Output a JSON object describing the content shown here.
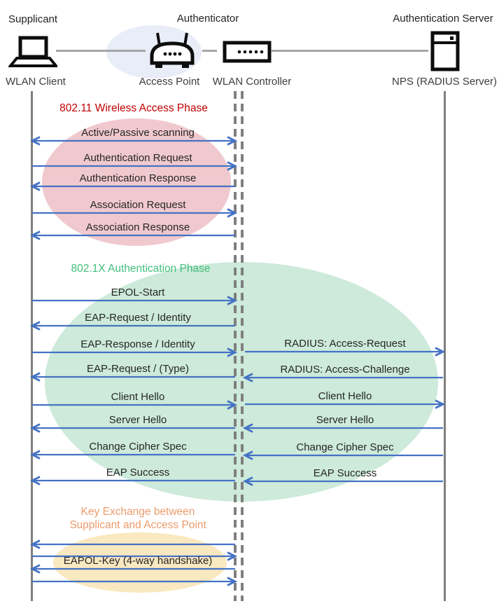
{
  "roles": {
    "supplicant": "Supplicant",
    "authenticator": "Authenticator",
    "auth_server": "Authentication Server"
  },
  "devices": {
    "client": "WLAN Client",
    "access_point": "Access Point",
    "controller": "WLAN Controller",
    "server": "NPS (RADIUS Server)"
  },
  "phases": [
    {
      "id": "wireless-access",
      "title": "802.11 Wireless Access Phase",
      "title_color": "#C00000",
      "fill": "#F0C9CE"
    },
    {
      "id": "dot1x-authentication",
      "title": "802.1X Authentication Phase",
      "title_color": "#41BE7C",
      "fill": "#CDEADA"
    },
    {
      "id": "key-exchange",
      "title_lines": [
        "Key Exchange between",
        "Supplicant and Access Point"
      ],
      "title_color": "#EC9C6D",
      "fill": "#FAE8C0"
    }
  ],
  "messages": [
    {
      "label": "Active/Passive scanning",
      "segment": "client-ap",
      "direction": "both"
    },
    {
      "label": "Authentication  Request",
      "segment": "client-ap",
      "direction": "right"
    },
    {
      "label": "Authentication  Response",
      "segment": "client-ap",
      "direction": "left"
    },
    {
      "label": "Association Request",
      "segment": "client-ap",
      "direction": "right"
    },
    {
      "label": "Association Response",
      "segment": "client-ap",
      "direction": "left"
    },
    {
      "label": "EPOL-Start",
      "segment": "client-ap",
      "direction": "right"
    },
    {
      "label": "EAP-Request / Identity",
      "segment": "client-ap",
      "direction": "left"
    },
    {
      "label": "EAP-Response / Identity",
      "segment": "client-ap",
      "direction": "right"
    },
    {
      "label": "RADIUS: Access-Request",
      "segment": "ap-server",
      "direction": "right"
    },
    {
      "label": "EAP-Request / (Type)",
      "segment": "client-ap",
      "direction": "left"
    },
    {
      "label": "RADIUS: Access-Challenge",
      "segment": "ap-server",
      "direction": "left"
    },
    {
      "label": "Client Hello",
      "segment": "client-ap",
      "direction": "right"
    },
    {
      "label": "Client Hello",
      "segment": "ap-server",
      "direction": "right"
    },
    {
      "label": "Server  Hello",
      "segment": "client-ap",
      "direction": "left"
    },
    {
      "label": "Server  Hello",
      "segment": "ap-server",
      "direction": "left"
    },
    {
      "label": "Change Cipher Spec",
      "segment": "client-ap",
      "direction": "left"
    },
    {
      "label": "Change Cipher Spec",
      "segment": "ap-server",
      "direction": "left"
    },
    {
      "label": "EAP Success",
      "segment": "client-ap",
      "direction": "left"
    },
    {
      "label": "EAP Success",
      "segment": "ap-server",
      "direction": "left"
    },
    {
      "label": "",
      "segment": "client-ap",
      "direction": "left"
    },
    {
      "label": "",
      "segment": "client-ap",
      "direction": "right"
    },
    {
      "label": "EAPOL-Key (4-way handshake)",
      "segment": "client-ap",
      "direction": "left"
    },
    {
      "label": "",
      "segment": "client-ap",
      "direction": "right"
    }
  ],
  "colors": {
    "arrow": "#4472C4",
    "lifeline": "#7F7F7F",
    "connector": "#A6A6A6",
    "label_text": "#262626",
    "authenticator_bg": "#E9EDF7",
    "icon_stroke": "#0D0D0D"
  }
}
